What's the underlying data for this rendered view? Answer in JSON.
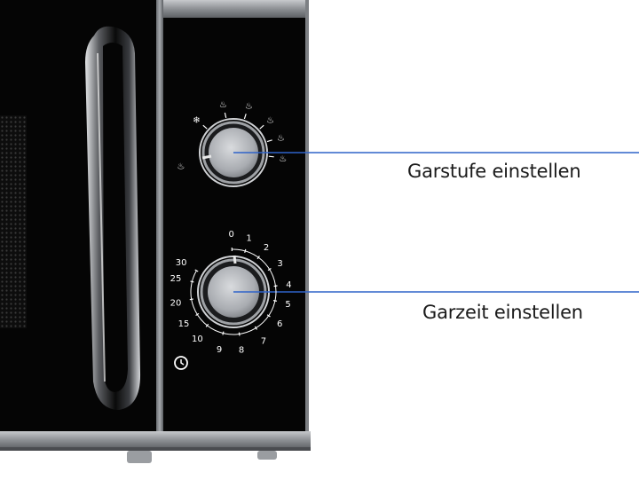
{
  "callouts": {
    "power_level": "Garstufe einstellen",
    "cooking_time": "Garzeit einstellen"
  },
  "timer_scale": {
    "labels": [
      "0",
      "1",
      "2",
      "3",
      "4",
      "5",
      "6",
      "7",
      "8",
      "9",
      "10",
      "15",
      "20",
      "25",
      "30"
    ]
  },
  "colors": {
    "callout_line": "#2f63c9",
    "panel": "#050505",
    "steel": "#8a8c8f",
    "knob": "#b9bcc1"
  },
  "icons": {
    "power_level": [
      "defrost-icon",
      "low-heat-icon",
      "medium-low-heat-icon",
      "medium-heat-icon",
      "medium-high-heat-icon",
      "high-heat-icon"
    ],
    "timer_start": "clock-icon"
  }
}
